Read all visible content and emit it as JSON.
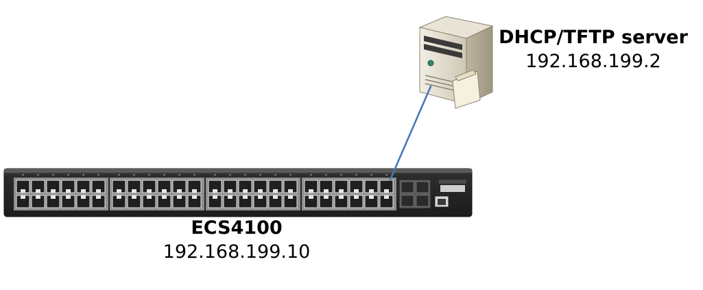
{
  "nodes": {
    "server": {
      "name": "DHCP/TFTP server",
      "ip": "192.168.199.2",
      "icon": "server-tower-icon"
    },
    "switch": {
      "name": "ECS4100",
      "ip": "192.168.199.10",
      "icon": "network-switch-icon"
    }
  },
  "links": [
    {
      "from": "server",
      "to": "switch",
      "color": "#4a76b8"
    }
  ],
  "colors": {
    "link": "#4a76b8",
    "switch_body": "#2a2a2a",
    "server_body": "#d6d0c1"
  }
}
